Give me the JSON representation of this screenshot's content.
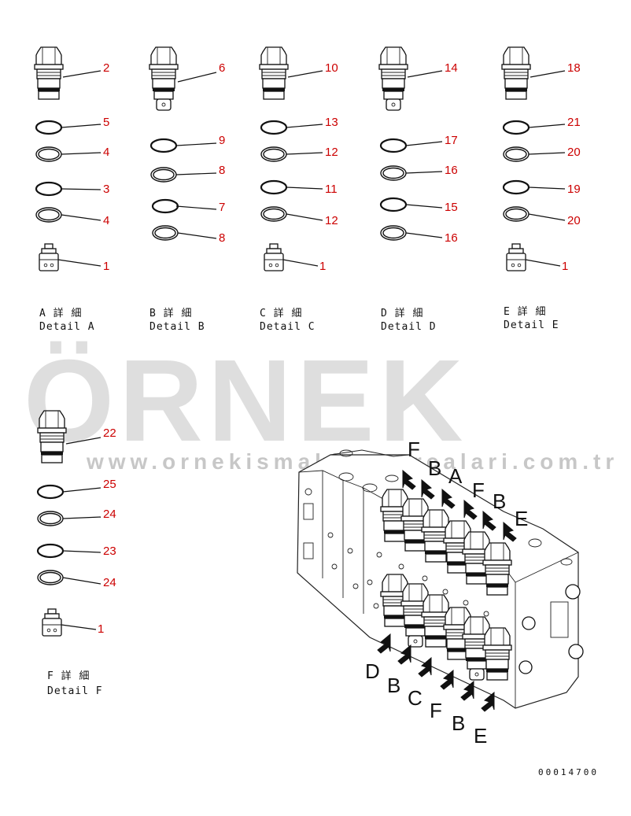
{
  "watermark": {
    "brand": "ÖRNEK",
    "url": "www.ornekismakinaparcalari.com.tr"
  },
  "details": [
    {
      "caption_jp": "A 詳 細",
      "caption_en": "Detail A",
      "callouts": [
        "2",
        "5",
        "4",
        "3",
        "4",
        "1"
      ]
    },
    {
      "caption_jp": "B 詳 細",
      "caption_en": "Detail B",
      "callouts": [
        "6",
        "9",
        "8",
        "7",
        "8"
      ]
    },
    {
      "caption_jp": "C 詳 細",
      "caption_en": "Detail C",
      "callouts": [
        "10",
        "13",
        "12",
        "11",
        "12",
        "1"
      ]
    },
    {
      "caption_jp": "D 詳 細",
      "caption_en": "Detail D",
      "callouts": [
        "14",
        "17",
        "16",
        "15",
        "16"
      ]
    },
    {
      "caption_jp": "E 詳 細",
      "caption_en": "Detail E",
      "callouts": [
        "18",
        "21",
        "20",
        "19",
        "20",
        "1"
      ]
    },
    {
      "caption_jp": "F 詳 細",
      "caption_en": "Detail F",
      "callouts": [
        "22",
        "25",
        "24",
        "23",
        "24",
        "1"
      ]
    }
  ],
  "view_labels_top": [
    "F",
    "B",
    "A",
    "F",
    "B",
    "E"
  ],
  "view_labels_bottom": [
    "D",
    "B",
    "C",
    "F",
    "B",
    "E"
  ],
  "drawing_code": "00014700"
}
